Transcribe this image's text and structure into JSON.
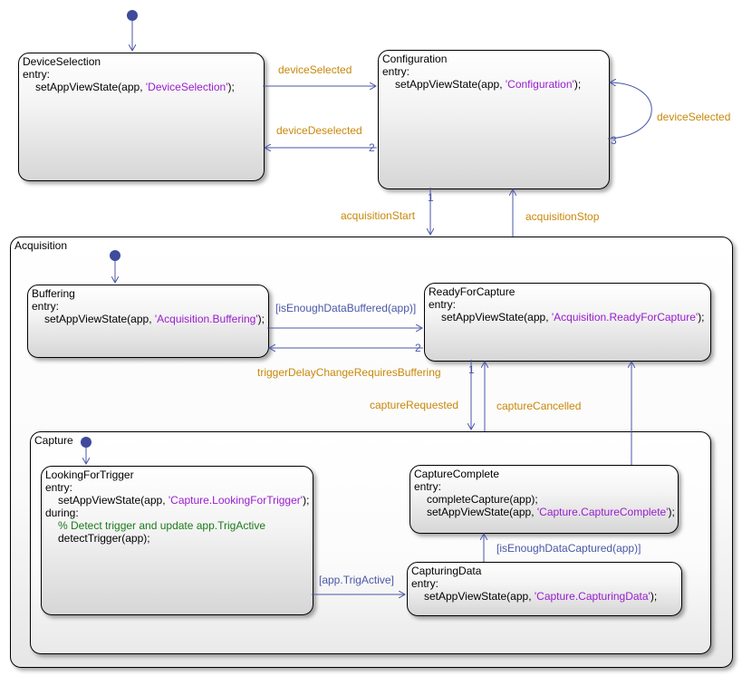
{
  "states": {
    "device_selection": {
      "name": "DeviceSelection",
      "kw_entry": "entry:",
      "call": "setAppViewState(app, ",
      "arg": "'DeviceSelection'",
      "end": ");"
    },
    "configuration": {
      "name": "Configuration",
      "kw_entry": "entry:",
      "call": "setAppViewState(app, ",
      "arg": "'Configuration'",
      "end": ");"
    },
    "acquisition": {
      "name": "Acquisition"
    },
    "buffering": {
      "name": "Buffering",
      "kw_entry": "entry:",
      "call": "setAppViewState(app, ",
      "arg": "'Acquisition.Buffering'",
      "end": ");"
    },
    "ready_for_capture": {
      "name": "ReadyForCapture",
      "kw_entry": "entry:",
      "call": "setAppViewState(app, ",
      "arg": "'Acquisition.ReadyForCapture'",
      "end": ");"
    },
    "capture": {
      "name": "Capture"
    },
    "looking_for_trigger": {
      "name": "LookingForTrigger",
      "kw_entry": "entry:",
      "call": "setAppViewState(app, ",
      "arg": "'Capture.LookingForTrigger'",
      "end": ");",
      "kw_during": "during:",
      "comment": "% Detect trigger and update app.TrigActive",
      "during_call": "detectTrigger(app);"
    },
    "capture_complete": {
      "name": "CaptureComplete",
      "kw_entry": "entry:",
      "call1": "completeCapture(app);",
      "call": "setAppViewState(app, ",
      "arg": "'Capture.CaptureComplete'",
      "end": ");"
    },
    "capturing_data": {
      "name": "CapturingData",
      "kw_entry": "entry:",
      "call": "setAppViewState(app, ",
      "arg": "'Capture.CapturingData'",
      "end": ");"
    }
  },
  "transitions": {
    "device_selected": "deviceSelected",
    "device_deselected": "deviceDeselected",
    "device_selected_self": "deviceSelected",
    "acquisition_start": "acquisitionStart",
    "acquisition_stop": "acquisitionStop",
    "is_enough_data_buffered": "[isEnoughDataBuffered(app)]",
    "trigger_delay_change": "triggerDelayChangeRequiresBuffering",
    "capture_requested": "captureRequested",
    "capture_cancelled": "captureCancelled",
    "app_trig_active": "[app.TrigActive]",
    "is_enough_data_captured": "[isEnoughDataCaptured(app)]"
  },
  "execution_order": {
    "deselected": "2",
    "self_loop": "3",
    "acq_start": "1",
    "trigger_delay": "2",
    "capture_requested": "1"
  },
  "colors": {
    "transition_line": "#4a57a8",
    "event_label": "#c8880a",
    "condition_label": "#4a57a8",
    "string_literal": "#9a1ccf",
    "comment": "#1c7a1c",
    "default_dot": "#3e4a9c"
  }
}
